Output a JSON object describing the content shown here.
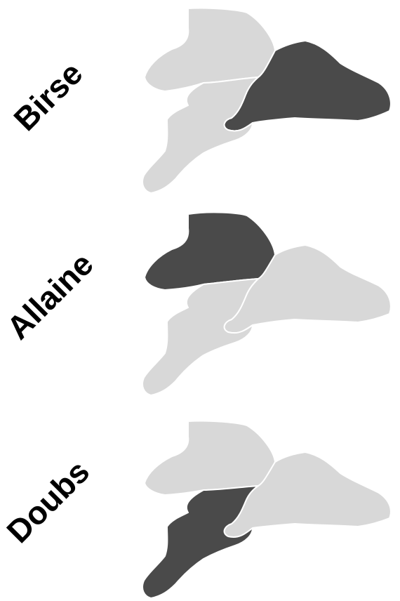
{
  "colors": {
    "highlight": "#4a4a4a",
    "base": "#d8d8d8",
    "border": "#ffffff",
    "label": "#000000"
  },
  "panels": [
    {
      "label": "Birse",
      "highlighted_region": "east"
    },
    {
      "label": "Allaine",
      "highlighted_region": "north"
    },
    {
      "label": "Doubs",
      "highlighted_region": "southwest"
    }
  ]
}
